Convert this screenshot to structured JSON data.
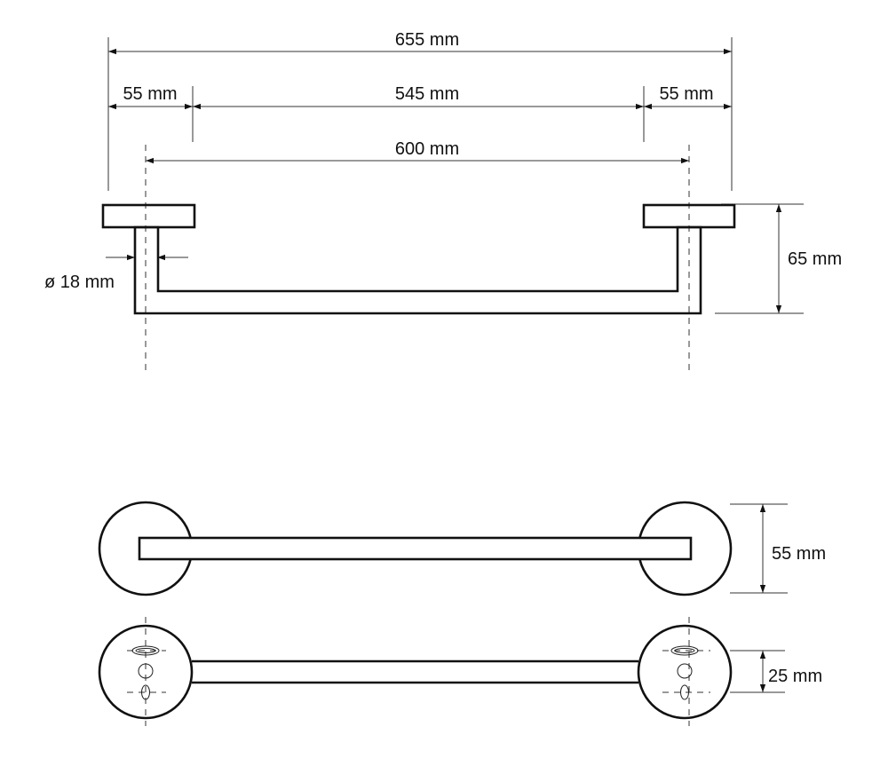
{
  "dimensions": {
    "overall_width": "655 mm",
    "left_rose_width": "55 mm",
    "span_between_roses": "545 mm",
    "right_rose_width": "55 mm",
    "center_distance": "600 mm",
    "tube_diameter": "ø 18 mm",
    "projection_depth": "65 mm",
    "rose_diameter": "55 mm",
    "hole_spacing": "25 mm"
  },
  "colors": {
    "line": "#111111",
    "background": "#ffffff"
  }
}
